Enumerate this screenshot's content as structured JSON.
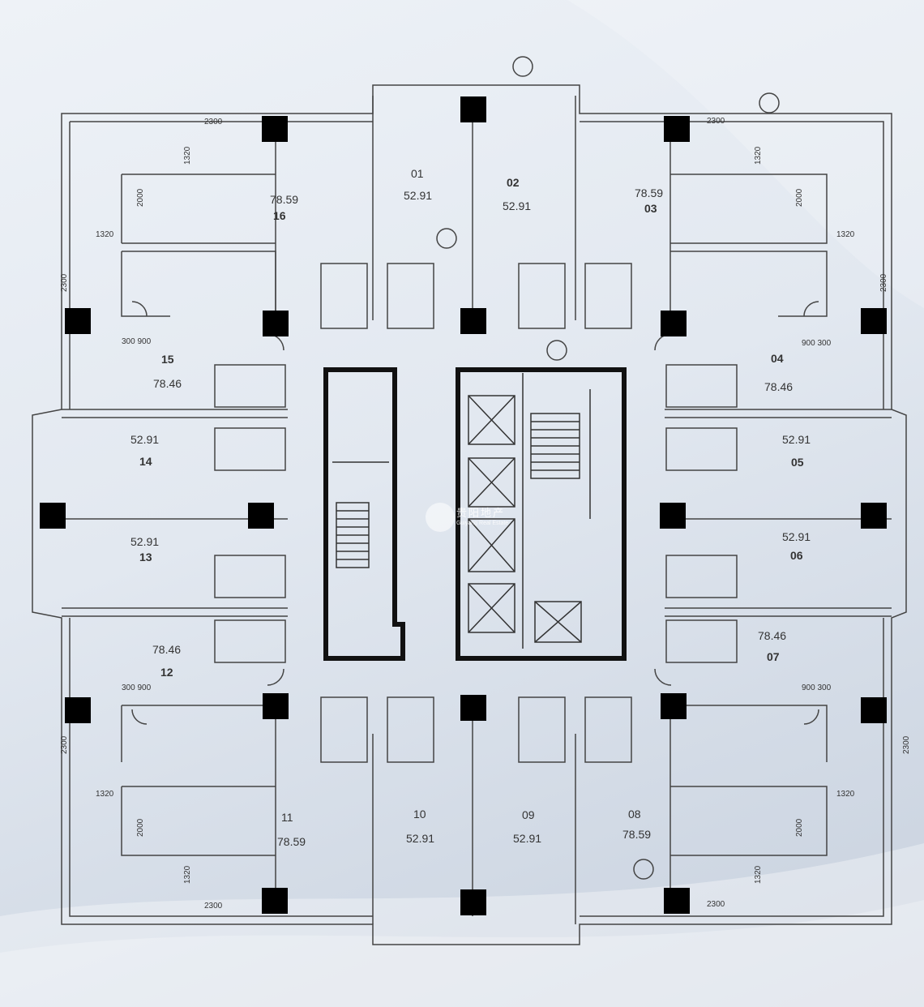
{
  "units": [
    {
      "id": "u01",
      "number": "01",
      "area": "52.91"
    },
    {
      "id": "u02",
      "number": "02",
      "area": "52.91"
    },
    {
      "id": "u03",
      "number": "03",
      "area": "78.59"
    },
    {
      "id": "u04",
      "number": "04",
      "area": "78.46"
    },
    {
      "id": "u05",
      "number": "05",
      "area": "52.91"
    },
    {
      "id": "u06",
      "number": "06",
      "area": "52.91"
    },
    {
      "id": "u07",
      "number": "07",
      "area": "78.46"
    },
    {
      "id": "u08",
      "number": "08",
      "area": "78.59"
    },
    {
      "id": "u09",
      "number": "09",
      "area": "52.91"
    },
    {
      "id": "u10",
      "number": "10",
      "area": "52.91"
    },
    {
      "id": "u11",
      "number": "11",
      "area": "78.59"
    },
    {
      "id": "u12",
      "number": "12",
      "area": "78.46"
    },
    {
      "id": "u13",
      "number": "13",
      "area": "52.91"
    },
    {
      "id": "u14",
      "number": "14",
      "area": "52.91"
    },
    {
      "id": "u15",
      "number": "15",
      "area": "78.46"
    },
    {
      "id": "u16",
      "number": "16",
      "area": "78.59"
    }
  ],
  "dimensions": {
    "d2300": "2300",
    "d1320": "1320",
    "d2000": "2000",
    "d300_900": "300 900",
    "d900_300": "900 300"
  },
  "watermark": {
    "name": "贵阳地产",
    "sub": "Guiyang Real Estate"
  },
  "colors": {
    "wall": "#222222",
    "core_wall": "#111111",
    "column": "#000000",
    "line": "#444444"
  }
}
